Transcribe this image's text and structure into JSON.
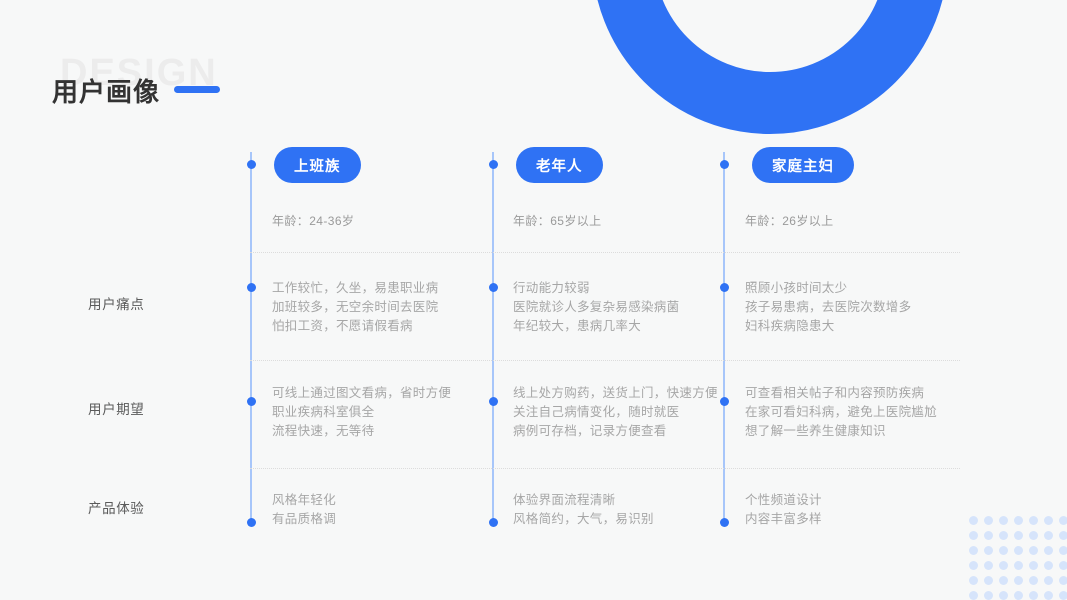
{
  "page": {
    "background_color": "#f7f8f8",
    "accent_color": "#2f72f4",
    "accent_light_color": "#a7c6fa",
    "dotgrid_color": "#d6e4fb"
  },
  "header": {
    "watermark": "DESIGN",
    "title": "用户画像"
  },
  "columns": [
    {
      "badge": "上班族",
      "age": "年龄：24-36岁",
      "pain_points": [
        "工作较忙，久坐，易患职业病",
        "加班较多，无空余时间去医院",
        "怕扣工资，不愿请假看病"
      ],
      "expectations": [
        "可线上通过图文看病，省时方便",
        "职业疾病科室俱全",
        "流程快速，无等待"
      ],
      "experience": [
        "风格年轻化",
        "有品质格调"
      ]
    },
    {
      "badge": "老年人",
      "age": "年龄：65岁以上",
      "pain_points": [
        "行动能力较弱",
        "医院就诊人多复杂易感染病菌",
        "年纪较大，患病几率大"
      ],
      "expectations": [
        "线上处方购药，送货上门，快速方便",
        "关注自己病情变化，随时就医",
        "病例可存档，记录方便查看"
      ],
      "experience": [
        "体验界面流程清晰",
        "风格简约，大气，易识别"
      ]
    },
    {
      "badge": "家庭主妇",
      "age": "年龄：26岁以上",
      "pain_points": [
        "照顾小孩时间太少",
        "孩子易患病，去医院次数增多",
        "妇科疾病隐患大"
      ],
      "expectations": [
        "可查看相关帖子和内容预防疾病",
        "在家可看妇科病，避免上医院尴尬",
        "想了解一些养生健康知识"
      ],
      "experience": [
        "个性频道设计",
        "内容丰富多样"
      ]
    }
  ],
  "rows": [
    {
      "label": "用户痛点",
      "key": "pain_points"
    },
    {
      "label": "用户期望",
      "key": "expectations"
    },
    {
      "label": "产品体验",
      "key": "experience"
    }
  ]
}
